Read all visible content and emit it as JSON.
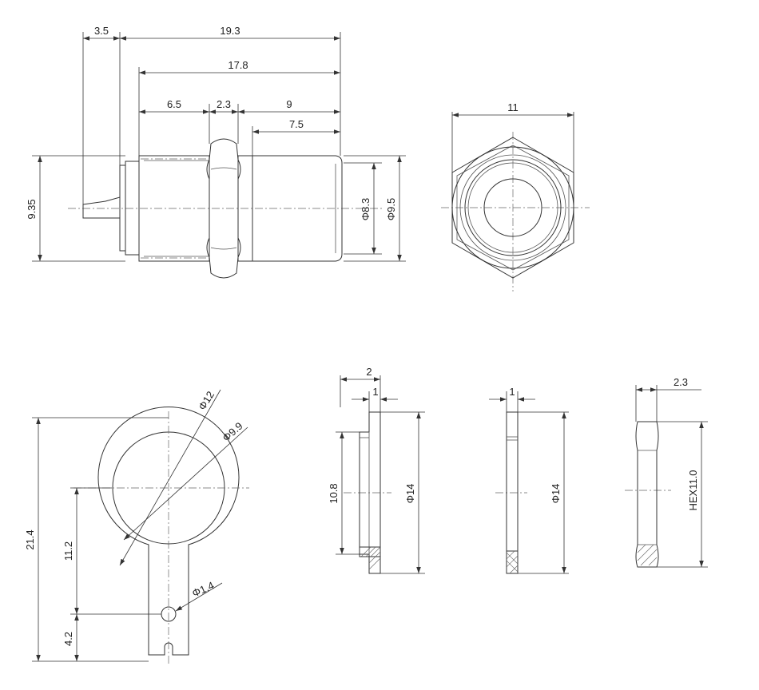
{
  "side_view": {
    "dim_35": "3.5",
    "dim_193": "19.3",
    "dim_178": "17.8",
    "dim_65": "6.5",
    "dim_23": "2.3",
    "dim_9": "9",
    "dim_75": "7.5",
    "dim_935": "9.35",
    "dim_d83": "Φ8.3",
    "dim_d95": "Φ9.5"
  },
  "end_view": {
    "dim_11": "11"
  },
  "lug": {
    "dim_d12": "Φ12",
    "dim_d99": "Φ9.9",
    "dim_214": "21.4",
    "dim_112": "11.2",
    "dim_d14": "Φ1.4",
    "dim_42": "4.2"
  },
  "washer_a": {
    "dim_2": "2",
    "dim_1": "1",
    "dim_108": "10.8",
    "dim_d14": "Φ14"
  },
  "washer_b": {
    "dim_1": "1",
    "dim_d14": "Φ14"
  },
  "nut": {
    "dim_23": "2.3",
    "dim_hex": "HEX11.0"
  }
}
